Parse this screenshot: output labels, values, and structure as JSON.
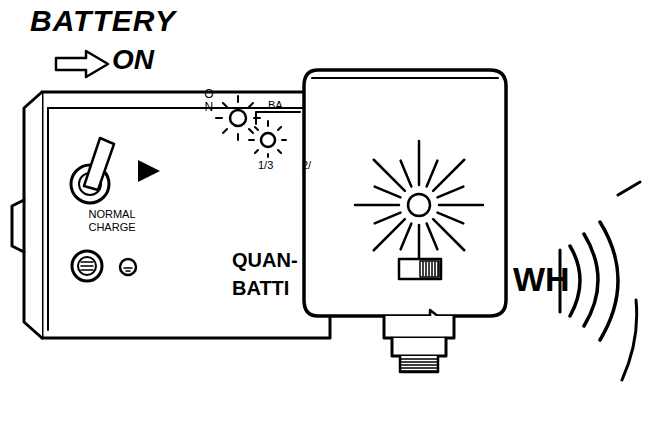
{
  "diagram": {
    "labels": [
      "BATTERY",
      "ON",
      "ON",
      "BA",
      "1/3",
      "2/",
      "NORMAL CHARGE",
      "QUAN-",
      "BATTI",
      "WH"
    ]
  }
}
